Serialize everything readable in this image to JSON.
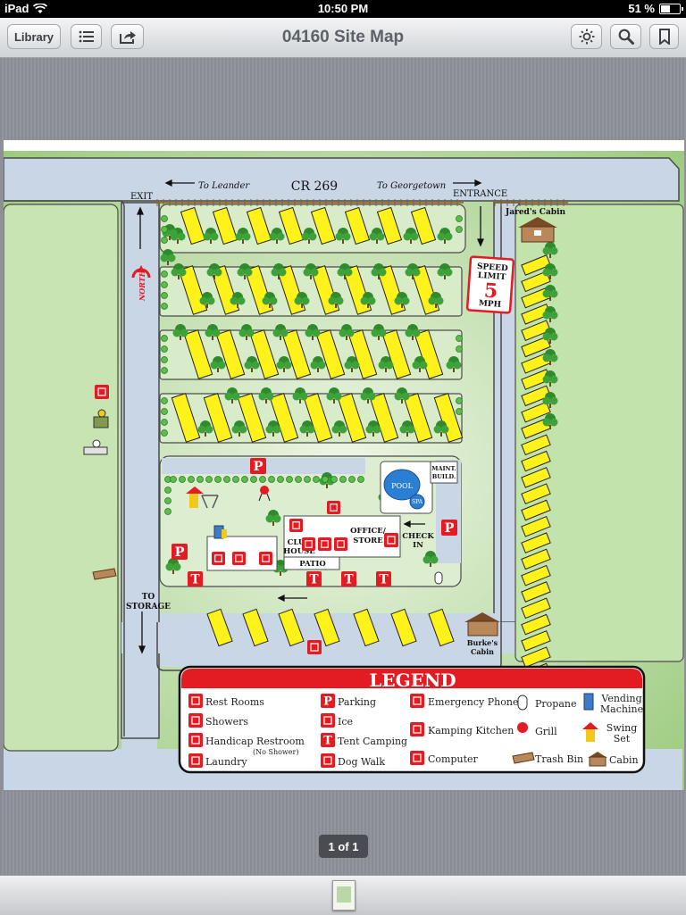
{
  "status_bar": {
    "device": "iPad",
    "time": "10:50 PM",
    "battery": "51 %",
    "battery_fraction": 0.51
  },
  "toolbar": {
    "library_label": "Library",
    "title": "04160 Site Map"
  },
  "pager": {
    "label": "1 of 1"
  },
  "map": {
    "road_label": "CR 269",
    "to_leander": "To Leander",
    "to_georgetown": "To Georgetown",
    "exit": "EXIT",
    "entrance": "ENTRANCE",
    "north": "NORTH",
    "jareds_cabin": "Jared's Cabin",
    "burkes_cabin_line1": "Burke's",
    "burkes_cabin_line2": "Cabin",
    "speed_line1": "SPEED",
    "speed_line2": "LIMIT",
    "speed_number": "5",
    "speed_unit": "MPH",
    "to_storage_line1": "TO",
    "to_storage_line2": "STORAGE",
    "pool": "POOL",
    "spa": "SPA",
    "maint_line1": "MAINT.",
    "maint_line2": "BUILD.",
    "club_line1": "CLUB",
    "club_line2": "HOUSE",
    "office_line1": "OFFICE/",
    "office_line2": "STORE",
    "check_line1": "CHECK",
    "check_line2": "IN",
    "patio": "PATIO"
  },
  "legend": {
    "title": "LEGEND",
    "rest_rooms": "Rest Rooms",
    "showers": "Showers",
    "handicap": "Handicap Restroom",
    "no_shower": "(No Shower)",
    "laundry": "Laundry",
    "parking": "Parking",
    "ice": "Ice",
    "tent": "Tent Camping",
    "dog": "Dog Walk",
    "emergency": "Emergency Phone",
    "kitchen": "Kamping Kitchen",
    "computer": "Computer",
    "propane": "Propane",
    "grill": "Grill",
    "trash": "Trash Bin",
    "vending_line1": "Vending",
    "vending_line2": "Machine",
    "swing_line1": "Swing",
    "swing_line2": "Set",
    "cabin": "Cabin"
  },
  "icons": {
    "P": "P",
    "T": "T"
  },
  "colors": {
    "grass": "#a8d08d",
    "road": "#c8d6e6",
    "site": "#fff21a",
    "red": "#e31b23"
  }
}
